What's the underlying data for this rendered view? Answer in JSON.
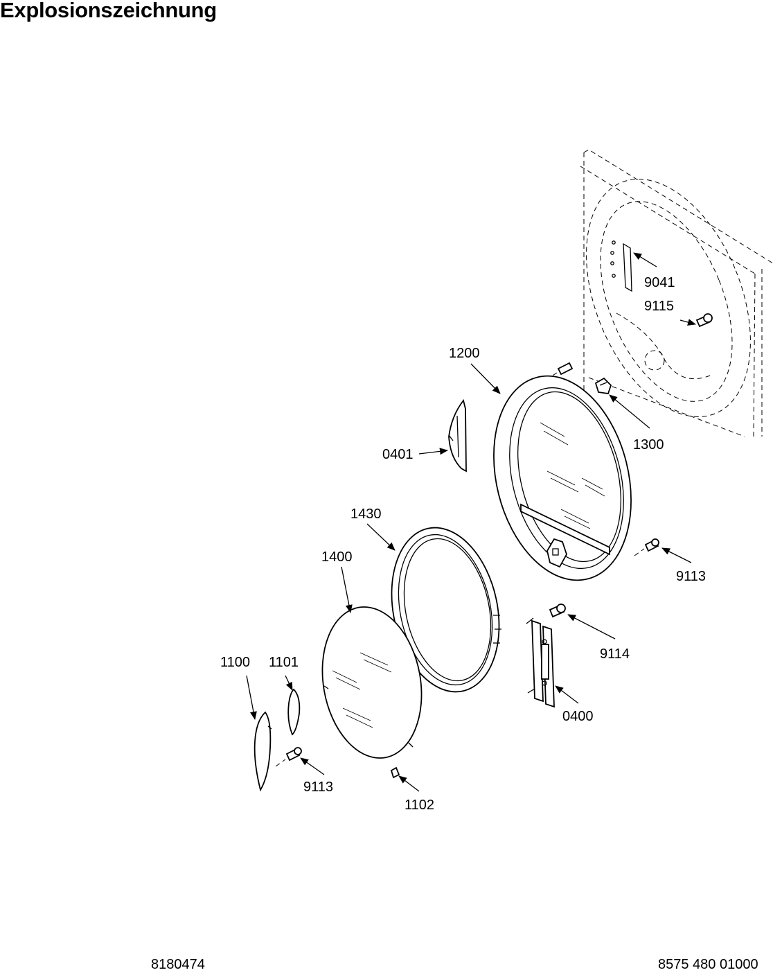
{
  "header": {
    "title": "Explosionszeichnung"
  },
  "callouts": {
    "c9041": "9041",
    "c9115": "9115",
    "c1200": "1200",
    "c1300": "1300",
    "c0401": "0401",
    "c1430": "1430",
    "c1400": "1400",
    "c9113_right": "9113",
    "c9114": "9114",
    "c1100": "1100",
    "c1101": "1101",
    "c0400": "0400",
    "c9113_left": "9113",
    "c1102": "1102"
  },
  "footer": {
    "left_code": "8180474",
    "right_code": "8575 480 01000"
  }
}
